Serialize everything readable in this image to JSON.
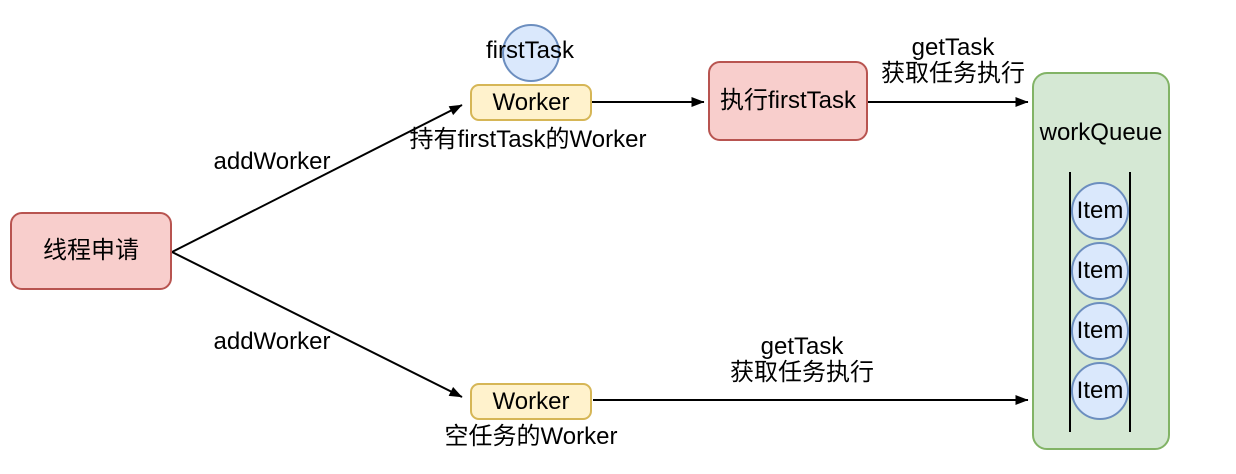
{
  "colors": {
    "pink_fill": "#f8cecc",
    "pink_stroke": "#b85450",
    "yellow_fill": "#fff2cc",
    "yellow_stroke": "#d6b656",
    "blue_fill": "#dae8fc",
    "blue_stroke": "#6c8ebf",
    "green_fill": "#d5e8d4",
    "green_stroke": "#82b366",
    "arrow": "#000000",
    "text": "#000000"
  },
  "nodes": {
    "thread_request": {
      "label": "线程申请"
    },
    "first_task_circle": {
      "label": "firstTask"
    },
    "worker_with_first_task": {
      "label": "Worker",
      "caption": "持有firstTask的Worker"
    },
    "exec_first_task": {
      "label": "执行firstTask"
    },
    "worker_empty": {
      "label": "Worker",
      "caption": "空任务的Worker"
    },
    "work_queue": {
      "label": "workQueue",
      "items": [
        "Item",
        "Item",
        "Item",
        "Item"
      ]
    }
  },
  "edges": {
    "add_worker_top": {
      "label": "addWorker"
    },
    "add_worker_bottom": {
      "label": "addWorker"
    },
    "get_task_top": {
      "line1": "getTask",
      "line2": "获取任务执行"
    },
    "get_task_bottom": {
      "line1": "getTask",
      "line2": "获取任务执行"
    }
  }
}
